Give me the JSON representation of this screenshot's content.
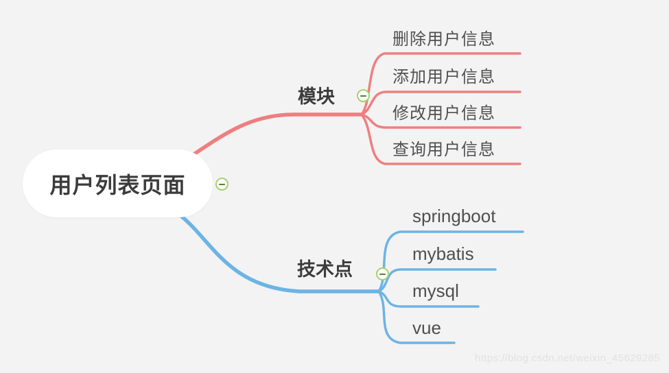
{
  "app": {
    "type": "mindmap-canvas",
    "background_color": "#f3f3f3",
    "watermark": "https://blog.csdn.net/weixin_45629285"
  },
  "palette": {
    "branch_module_red": "#ef7e80",
    "branch_tech_blue": "#6cb4e4",
    "collapse_ring_green": "#a8cf73",
    "collapse_minus_green": "#5a7f2f",
    "root_node_bg": "#ffffff",
    "text_bold_dark": "#3b3b3b",
    "text_topic_gray": "#4f4f4f"
  },
  "icons": {
    "collapse": "minus-circle-icon"
  },
  "mindmap": {
    "root": {
      "label": "用户列表页面"
    },
    "branches": [
      {
        "label": "模块",
        "color": "#ef7e80",
        "children": [
          "删除用户信息",
          "添加用户信息",
          "修改用户信息",
          "查询用户信息"
        ]
      },
      {
        "label": "技术点",
        "color": "#6cb4e4",
        "children": [
          "springboot",
          "mybatis",
          "mysql",
          "vue"
        ]
      }
    ]
  }
}
